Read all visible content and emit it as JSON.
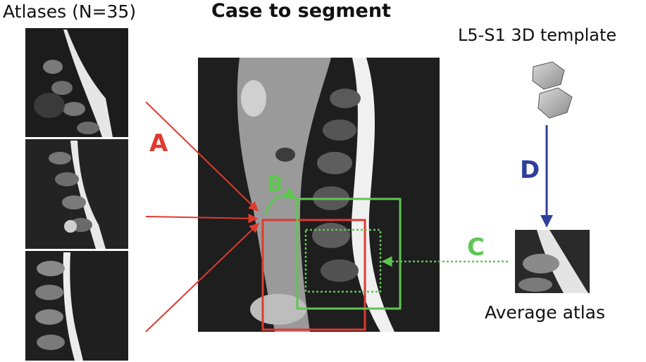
{
  "titles": {
    "atlases": "Atlases (N=35)",
    "case": "Case to segment",
    "template": "L5-S1 3D template",
    "average": "Average atlas"
  },
  "labels": {
    "a": "A",
    "b": "B",
    "c": "C",
    "d": "D"
  },
  "colors": {
    "red": "#e03a2f",
    "green": "#5fc652",
    "blue": "#2e3f9e"
  }
}
